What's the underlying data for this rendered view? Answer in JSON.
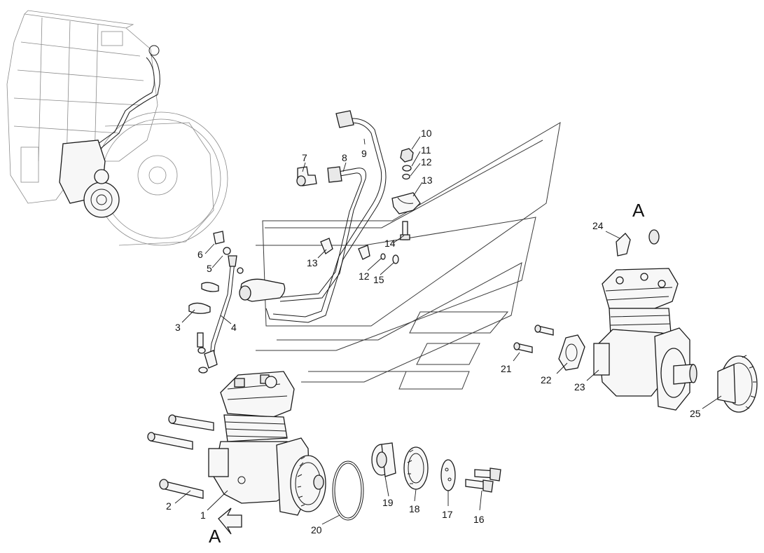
{
  "view_label": "A",
  "callouts": [
    {
      "id": "c1",
      "text": "1"
    },
    {
      "id": "c2",
      "text": "2"
    },
    {
      "id": "c3",
      "text": "3"
    },
    {
      "id": "c4",
      "text": "4"
    },
    {
      "id": "c5",
      "text": "5"
    },
    {
      "id": "c6",
      "text": "6"
    },
    {
      "id": "c7",
      "text": "7"
    },
    {
      "id": "c8",
      "text": "8"
    },
    {
      "id": "c9",
      "text": "9"
    },
    {
      "id": "c10",
      "text": "10"
    },
    {
      "id": "c11",
      "text": "11"
    },
    {
      "id": "c12a",
      "text": "12"
    },
    {
      "id": "c12b",
      "text": "12"
    },
    {
      "id": "c13a",
      "text": "13"
    },
    {
      "id": "c13b",
      "text": "13"
    },
    {
      "id": "c14",
      "text": "14"
    },
    {
      "id": "c15",
      "text": "15"
    },
    {
      "id": "c16",
      "text": "16"
    },
    {
      "id": "c17",
      "text": "17"
    },
    {
      "id": "c18",
      "text": "18"
    },
    {
      "id": "c19",
      "text": "19"
    },
    {
      "id": "c20",
      "text": "20"
    },
    {
      "id": "c21",
      "text": "21"
    },
    {
      "id": "c22",
      "text": "22"
    },
    {
      "id": "c23",
      "text": "23"
    },
    {
      "id": "c24",
      "text": "24"
    },
    {
      "id": "c25",
      "text": "25"
    }
  ]
}
